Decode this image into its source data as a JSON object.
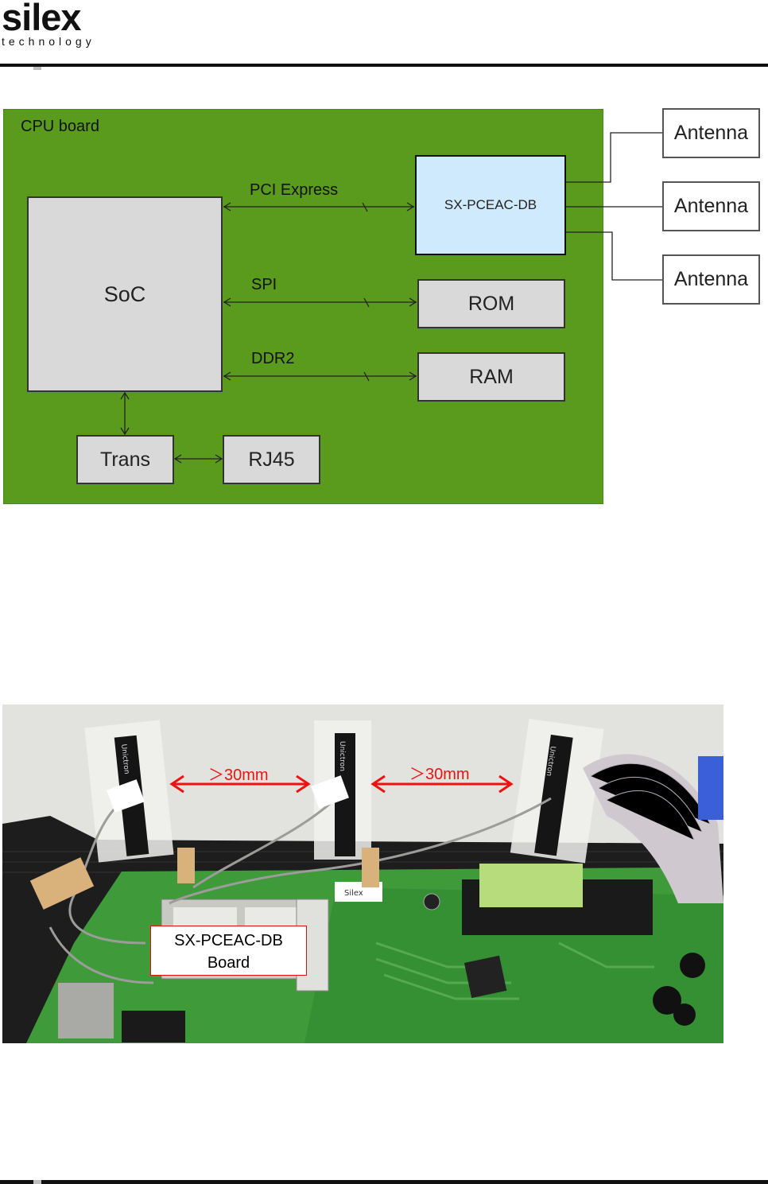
{
  "header": {
    "logo_main": "silex",
    "logo_sub": "technology"
  },
  "diagram": {
    "board_label": "CPU board",
    "soc_label": "SoC",
    "module_label": "SX-PCEAC-DB",
    "rom_label": "ROM",
    "ram_label": "RAM",
    "trans_label": "Trans",
    "rj45_label": "RJ45",
    "antennas": [
      "Antenna",
      "Antenna",
      "Antenna"
    ],
    "buses": {
      "pcie": "PCI Express",
      "spi": "SPI",
      "ddr2": "DDR2"
    },
    "colors": {
      "board": "#5a9a1d",
      "module": "#cfeafc",
      "box": "#d9d9d9"
    }
  },
  "photo": {
    "callout_line1": "SX-PCEAC-DB",
    "callout_line2": "Board",
    "distance_left": "＞30mm",
    "distance_right": "＞30mm",
    "antenna_print": "Unictron",
    "silkscreen": "Silex",
    "arrow_color": "#ee1111"
  }
}
